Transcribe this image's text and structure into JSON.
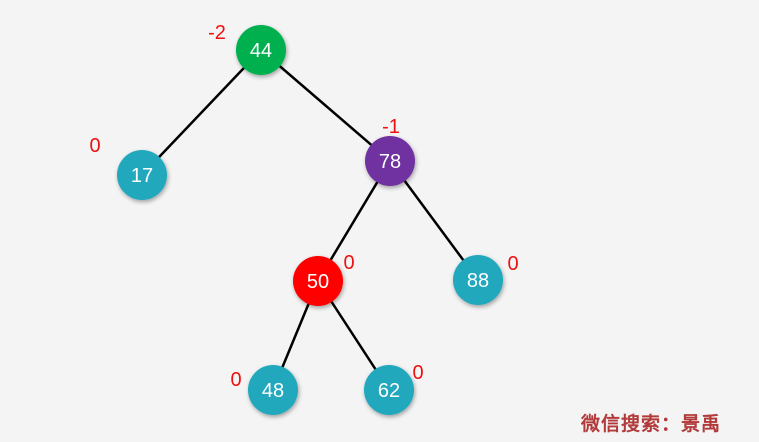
{
  "tree": {
    "nodes": [
      {
        "id": "n44",
        "value": "44",
        "balance": "-2",
        "color": "#00b050"
      },
      {
        "id": "n17",
        "value": "17",
        "balance": "0",
        "color": "#20a8bd"
      },
      {
        "id": "n78",
        "value": "78",
        "balance": "-1",
        "color": "#7030a0"
      },
      {
        "id": "n50",
        "value": "50",
        "balance": "0",
        "color": "#ff0000"
      },
      {
        "id": "n88",
        "value": "88",
        "balance": "0",
        "color": "#20a8bd"
      },
      {
        "id": "n48",
        "value": "48",
        "balance": "0",
        "color": "#20a8bd"
      },
      {
        "id": "n62",
        "value": "62",
        "balance": "0",
        "color": "#20a8bd"
      }
    ],
    "edges": [
      [
        "n44",
        "n17"
      ],
      [
        "n44",
        "n78"
      ],
      [
        "n78",
        "n50"
      ],
      [
        "n78",
        "n88"
      ],
      [
        "n50",
        "n48"
      ],
      [
        "n50",
        "n62"
      ]
    ]
  },
  "watermark": "微信搜索：景禹"
}
